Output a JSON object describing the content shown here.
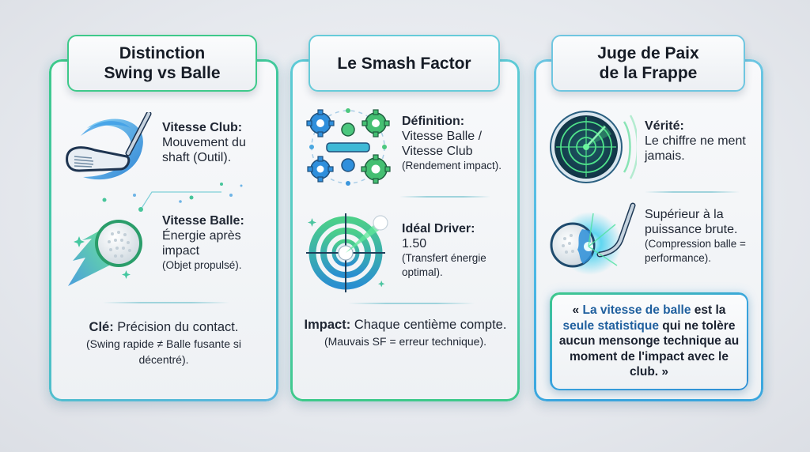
{
  "panels": [
    {
      "title": "Distinction\nSwing vs Balle",
      "items": [
        {
          "icon": "golf-club-swing-icon",
          "label": "Vitesse Club:",
          "body": "Mouvement du shaft (Outil).",
          "sub": ""
        },
        {
          "icon": "golf-ball-speed-icon",
          "label": "Vitesse Balle:",
          "body": "Énergie après impact",
          "sub": "(Objet propulsé)."
        }
      ],
      "footer": {
        "label": "Clé:",
        "body": " Précision du contact.",
        "sub": "(Swing rapide ≠ Balle fusante si décentré)."
      }
    },
    {
      "title": "Le Smash Factor",
      "items": [
        {
          "icon": "gears-division-icon",
          "label": "Définition:",
          "body": "Vitesse Balle / Vitesse Club",
          "sub": "(Rendement impact)."
        },
        {
          "icon": "target-bullseye-icon",
          "label": "Idéal Driver:",
          "body": "1.50",
          "sub": "(Transfert énergie optimal)."
        }
      ],
      "footer": {
        "label": "Impact:",
        "body": " Chaque centième compte.",
        "sub": "(Mauvais SF = erreur technique)."
      }
    },
    {
      "title": "Juge de Paix\nde la Frappe",
      "items": [
        {
          "icon": "radar-icon",
          "label": "Vérité:",
          "body": "Le chiffre ne ment jamais.",
          "sub": ""
        },
        {
          "icon": "ball-compression-impact-icon",
          "label": "",
          "body": "Supérieur à la puissance brute.",
          "sub": "(Compression balle = performance)."
        }
      ],
      "quote": {
        "open": "« ",
        "hl1": "La vitesse de balle",
        "t1": " est la ",
        "hl2": "seule statistique",
        "t2": " qui ne tolère aucun mensonge technique au moment de l'impact avec le club.",
        "close": " »"
      }
    }
  ],
  "colors": {
    "green": "#3ec98a",
    "teal": "#55cdbb",
    "blue": "#3aa6de",
    "highlight": "#1f5f9e",
    "text": "#1b2230"
  }
}
